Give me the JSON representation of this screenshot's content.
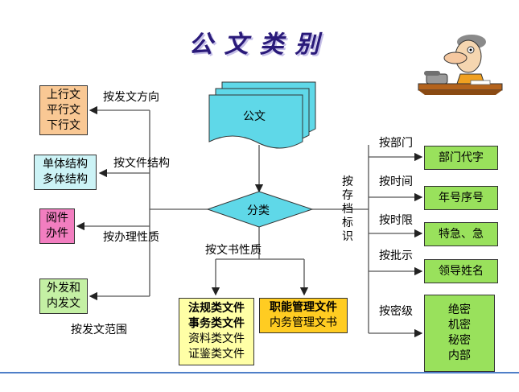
{
  "title": "公文类别",
  "diagram": {
    "doc_node": "公文",
    "center_node": "分类",
    "left_groups": [
      {
        "items": [
          "上行文",
          "平行文",
          "下行文"
        ],
        "label": "按发文方向",
        "color": "#f9c894"
      },
      {
        "items": [
          "单体结构",
          "多体结构"
        ],
        "label": "按文件结构",
        "color": "#ccf3f6"
      },
      {
        "items": [
          "阅件",
          "办件"
        ],
        "label": "按办理性质",
        "color": "#f27ec0"
      },
      {
        "items": [
          "外发和",
          "内发文"
        ],
        "label": "按发文范围",
        "color": "#c4f0a4"
      }
    ],
    "bottom": {
      "label": "按文书性质",
      "left_box": {
        "items": [
          "法规类文件",
          "事务类文件",
          "资料类文件",
          "证鉴类文件"
        ],
        "color": "#ffffa6"
      },
      "right_box": {
        "items": [
          "职能管理文件",
          "内务管理文书"
        ],
        "color": "#ffcc22"
      }
    },
    "right": {
      "vertical_label": [
        "按",
        "存",
        "档",
        "标",
        "识"
      ],
      "groups": [
        {
          "label": "按部门",
          "box": "部门代字"
        },
        {
          "label": "按时间",
          "box": "年号序号"
        },
        {
          "label": "按时限",
          "box": "特急、急"
        },
        {
          "label": "按批示",
          "box": "领导姓名"
        },
        {
          "label": "按密级",
          "box_items": [
            "绝密",
            "机密",
            "秘密",
            "内部"
          ]
        }
      ],
      "box_color": "#99e15c"
    }
  }
}
